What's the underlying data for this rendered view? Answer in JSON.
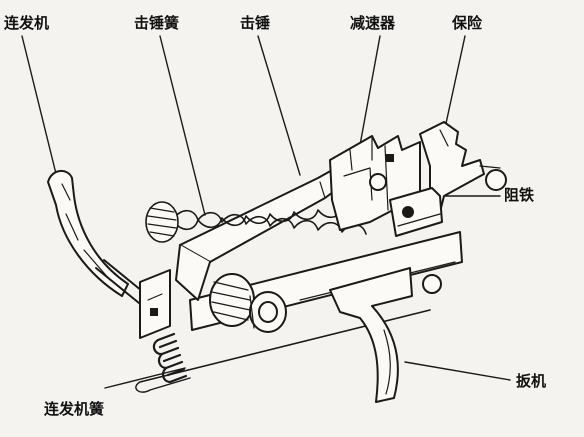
{
  "diagram": {
    "labels": {
      "burst_lever": "连发机",
      "hammer_spring": "击锤簧",
      "hammer": "击锤",
      "reducer": "减速器",
      "safety": "保险",
      "stop_iron": "阻铁",
      "trigger": "扳机",
      "burst_spring": "连发机簧"
    },
    "colors": {
      "ink": "#1a1a1a",
      "paper": "#f4f3ef",
      "bleed": "#c9c6bf"
    },
    "icons": [
      "coil-spring-icon",
      "mechanism-illustration"
    ]
  }
}
